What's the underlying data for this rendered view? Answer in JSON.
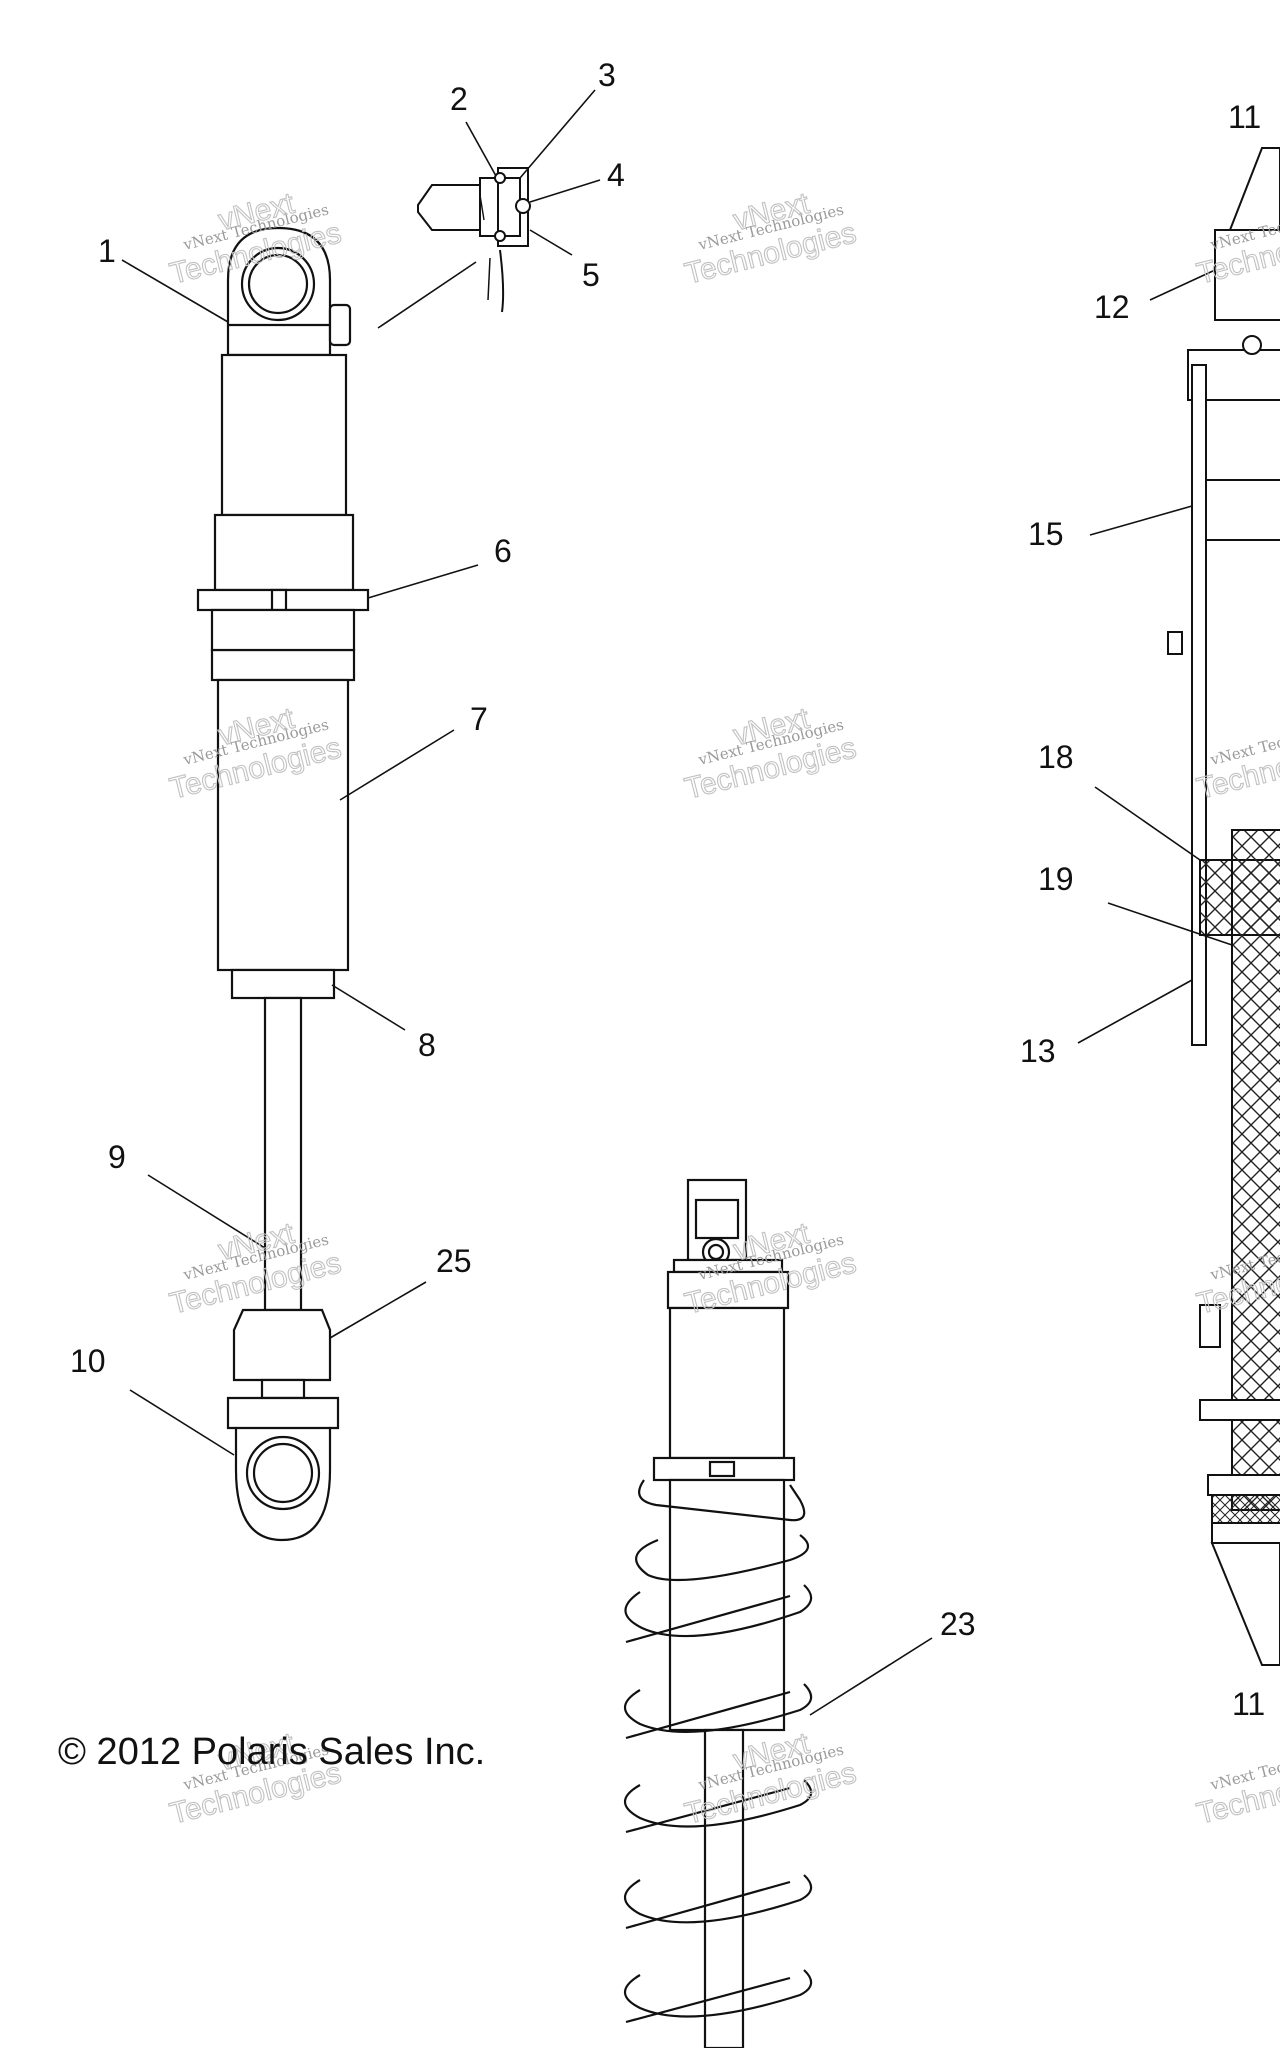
{
  "callouts": {
    "c1": "1",
    "c2": "2",
    "c3": "3",
    "c4": "4",
    "c5": "5",
    "c6": "6",
    "c7": "7",
    "c8": "8",
    "c9": "9",
    "c10": "10",
    "c25": "25",
    "c23": "23",
    "c11a": "11",
    "c11b": "11",
    "c12": "12",
    "c15": "15",
    "c18": "18",
    "c19": "19",
    "c13": "13"
  },
  "watermark": {
    "line1": "vNext Technologies",
    "line2": "Technologies",
    "line3": "vNext"
  },
  "copyright": "© 2012 Polaris Sales Inc."
}
